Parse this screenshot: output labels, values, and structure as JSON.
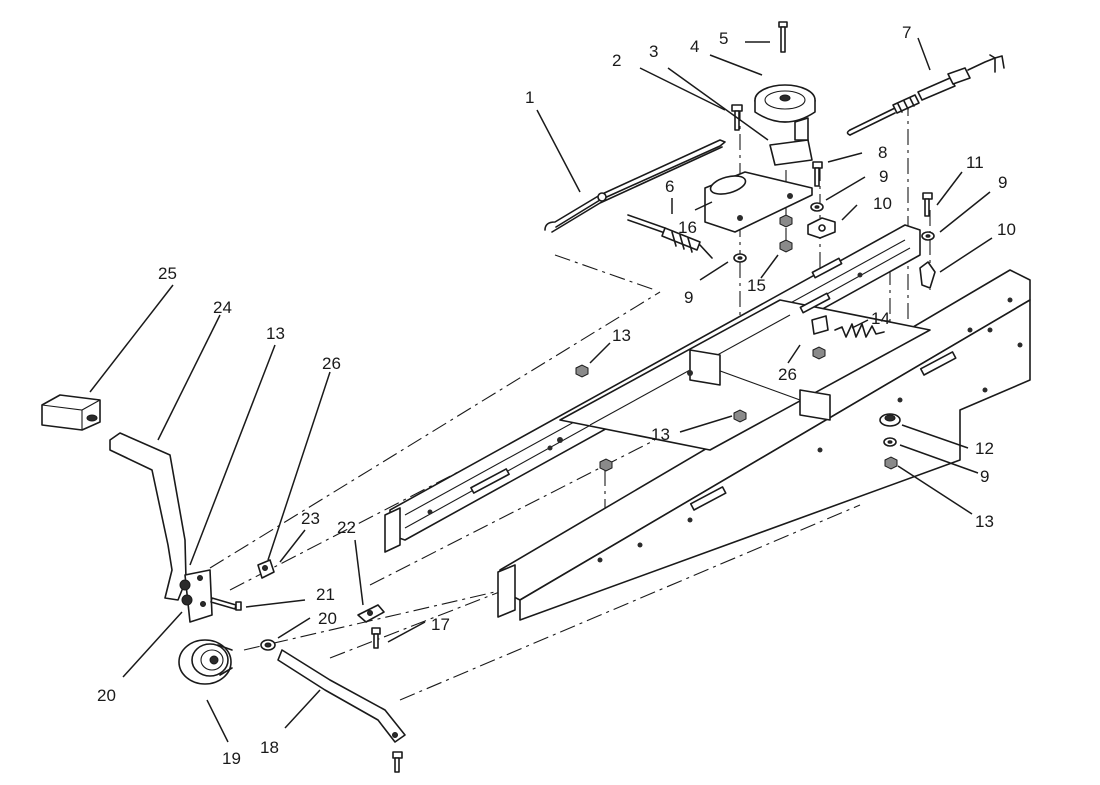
{
  "diagram": {
    "callouts": [
      {
        "id": "c1",
        "text": "1"
      },
      {
        "id": "c2",
        "text": "2"
      },
      {
        "id": "c3",
        "text": "3"
      },
      {
        "id": "c4",
        "text": "4"
      },
      {
        "id": "c5",
        "text": "5"
      },
      {
        "id": "c6",
        "text": "6"
      },
      {
        "id": "c7",
        "text": "7"
      },
      {
        "id": "c8",
        "text": "8"
      },
      {
        "id": "c9a",
        "text": "9"
      },
      {
        "id": "c9b",
        "text": "9"
      },
      {
        "id": "c9c",
        "text": "9"
      },
      {
        "id": "c9d",
        "text": "9"
      },
      {
        "id": "c10a",
        "text": "10"
      },
      {
        "id": "c10b",
        "text": "10"
      },
      {
        "id": "c11",
        "text": "11"
      },
      {
        "id": "c12",
        "text": "12"
      },
      {
        "id": "c13a",
        "text": "13"
      },
      {
        "id": "c13b",
        "text": "13"
      },
      {
        "id": "c13c",
        "text": "13"
      },
      {
        "id": "c13d",
        "text": "13"
      },
      {
        "id": "c14",
        "text": "14"
      },
      {
        "id": "c15",
        "text": "15"
      },
      {
        "id": "c16",
        "text": "16"
      },
      {
        "id": "c17",
        "text": "17"
      },
      {
        "id": "c18",
        "text": "18"
      },
      {
        "id": "c19",
        "text": "19"
      },
      {
        "id": "c20a",
        "text": "20"
      },
      {
        "id": "c20b",
        "text": "20"
      },
      {
        "id": "c21",
        "text": "21"
      },
      {
        "id": "c22",
        "text": "22"
      },
      {
        "id": "c23",
        "text": "23"
      },
      {
        "id": "c24",
        "text": "24"
      },
      {
        "id": "c25",
        "text": "25"
      },
      {
        "id": "c26a",
        "text": "26"
      },
      {
        "id": "c26b",
        "text": "26"
      }
    ],
    "parts": [
      {
        "ref": "1",
        "name": "brake rod"
      },
      {
        "ref": "2",
        "name": "bolt"
      },
      {
        "ref": "3",
        "name": "bracket"
      },
      {
        "ref": "4",
        "name": "idler pulley"
      },
      {
        "ref": "5",
        "name": "bolt"
      },
      {
        "ref": "6",
        "name": "spring rod"
      },
      {
        "ref": "7",
        "name": "cable"
      },
      {
        "ref": "8",
        "name": "bolt"
      },
      {
        "ref": "9",
        "name": "washer"
      },
      {
        "ref": "10",
        "name": "bracket"
      },
      {
        "ref": "11",
        "name": "bolt"
      },
      {
        "ref": "12",
        "name": "flange"
      },
      {
        "ref": "13",
        "name": "nut"
      },
      {
        "ref": "14",
        "name": "spring"
      },
      {
        "ref": "15",
        "name": "nut"
      },
      {
        "ref": "16",
        "name": "idler arm"
      },
      {
        "ref": "17",
        "name": "screw"
      },
      {
        "ref": "18",
        "name": "rod"
      },
      {
        "ref": "19",
        "name": "pulley"
      },
      {
        "ref": "20",
        "name": "washer"
      },
      {
        "ref": "21",
        "name": "bolt"
      },
      {
        "ref": "22",
        "name": "clip"
      },
      {
        "ref": "23",
        "name": "clip"
      },
      {
        "ref": "24",
        "name": "pedal arm"
      },
      {
        "ref": "25",
        "name": "pedal pad"
      },
      {
        "ref": "26",
        "name": "clip"
      }
    ]
  }
}
